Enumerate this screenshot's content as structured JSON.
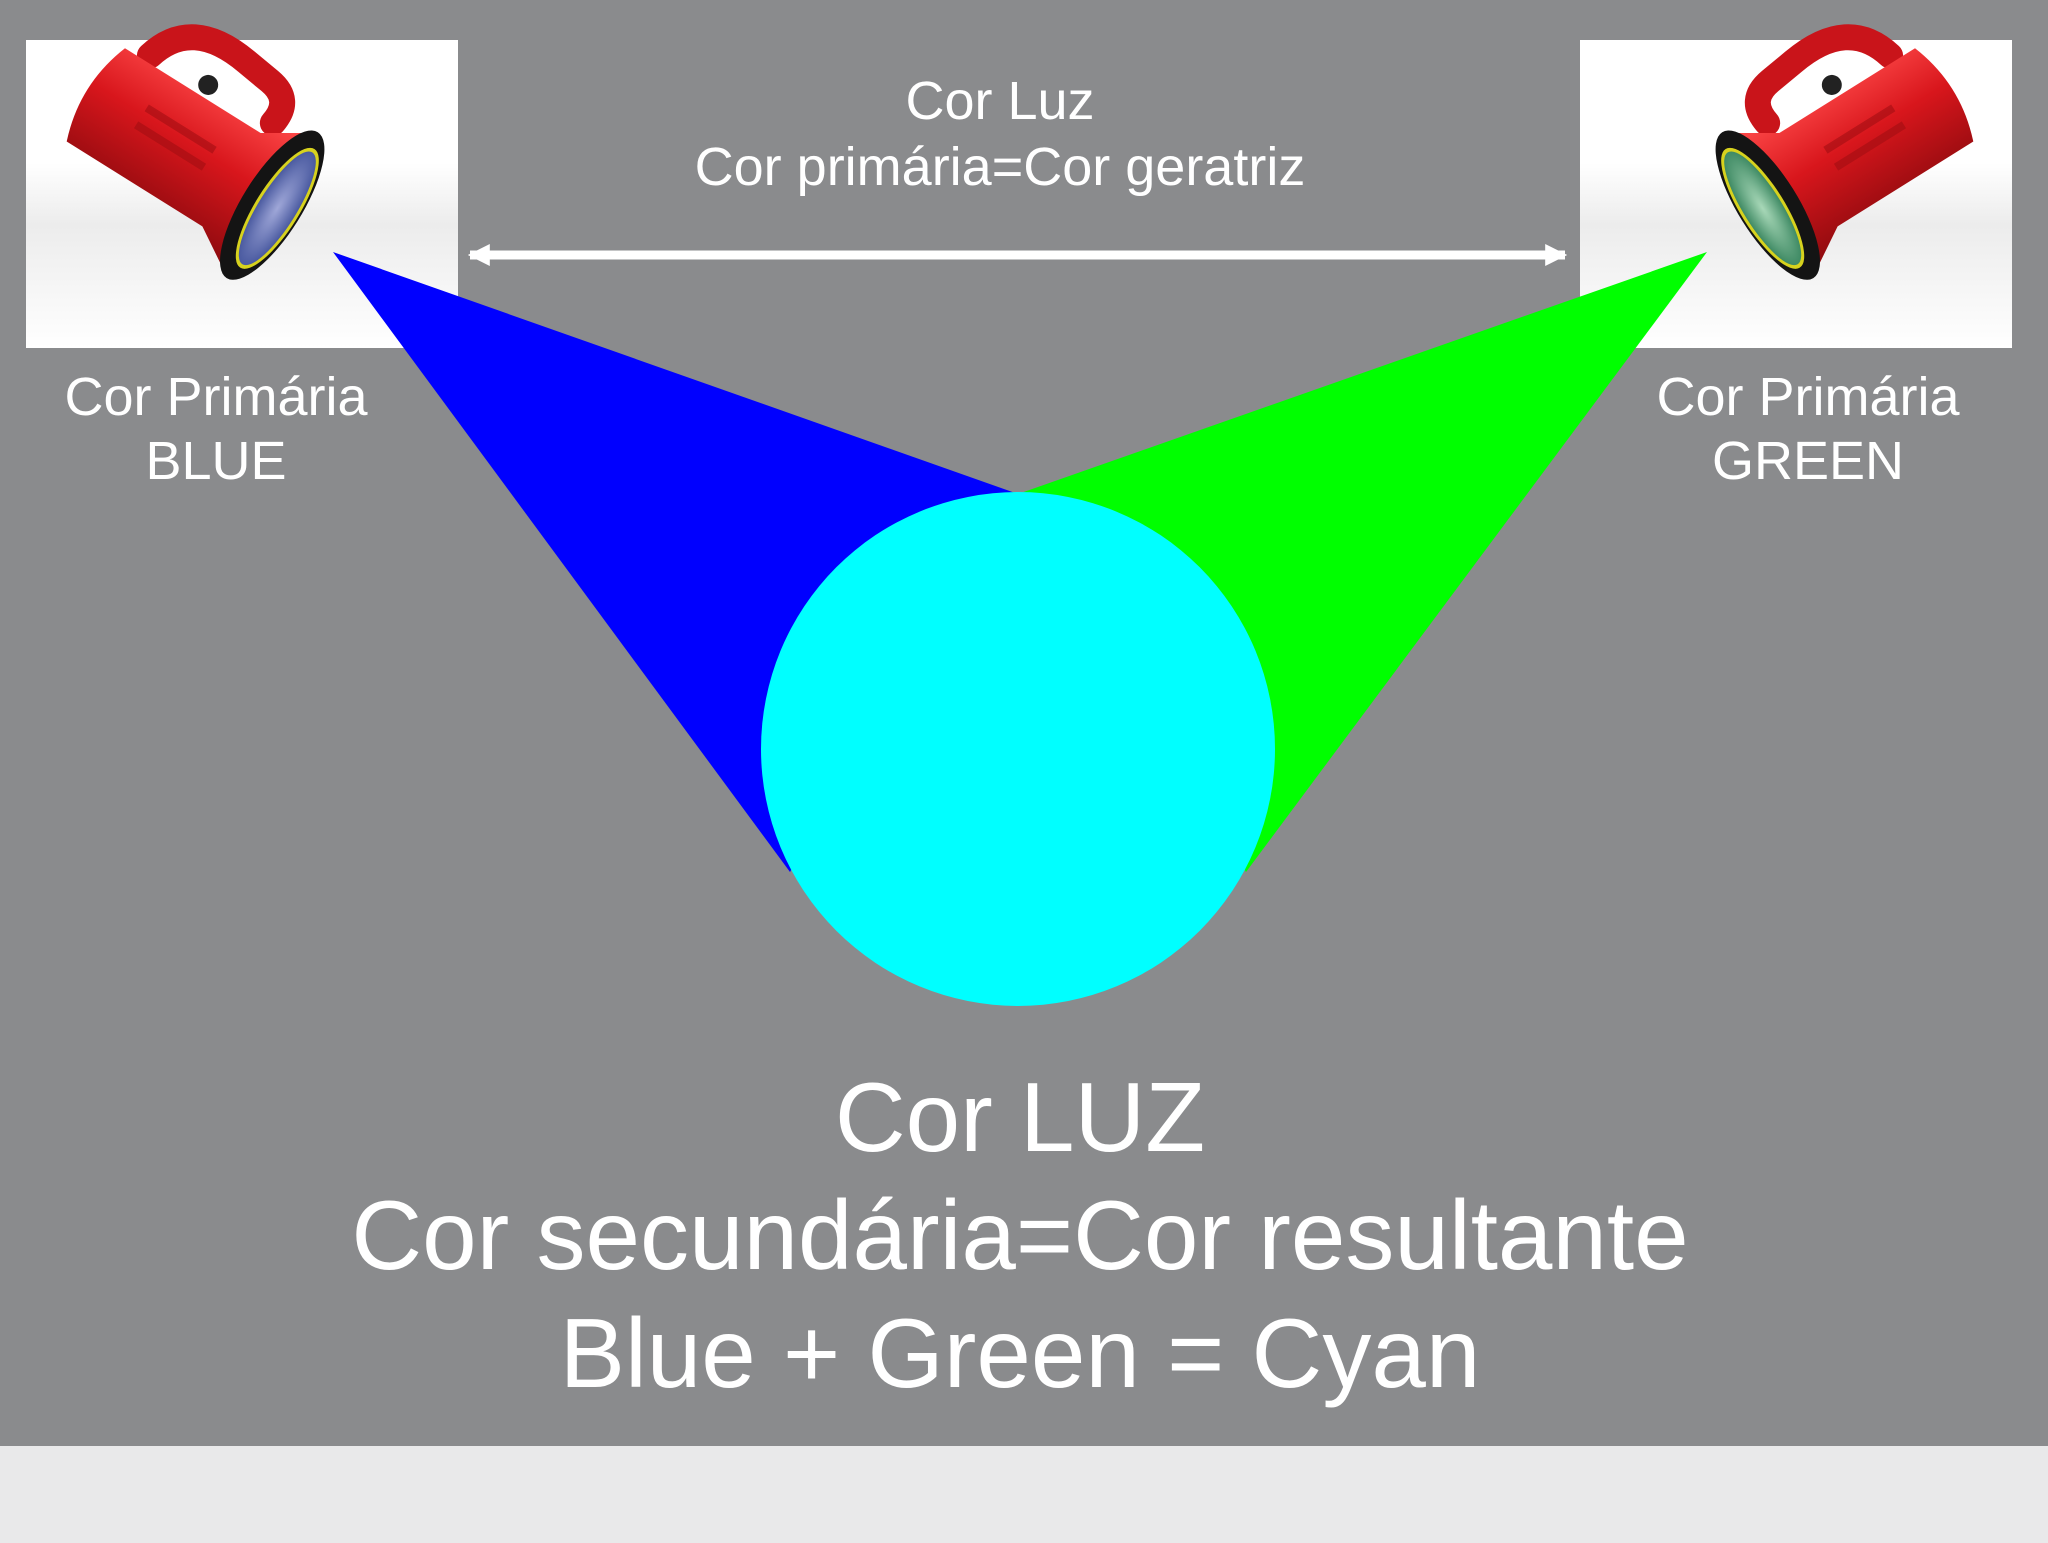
{
  "top_caption": {
    "line1": "Cor Luz",
    "line2": "Cor primária=Cor geratriz"
  },
  "left_light": {
    "label_line1": "Cor Primária",
    "label_line2": "BLUE",
    "beam_color": "#0000ff",
    "icon": "flashlight-icon"
  },
  "right_light": {
    "label_line1": "Cor Primária",
    "label_line2": "GREEN",
    "beam_color": "#00ff00",
    "icon": "flashlight-icon"
  },
  "result": {
    "line1": "Cor LUZ",
    "line2": "Cor secundária=Cor resultante",
    "line3": "Blue + Green = Cyan",
    "color": "#00ffff"
  },
  "colors": {
    "panel_background": "#8a8b8d",
    "page_background": "#e9e9ea",
    "text": "#ffffff",
    "flashlight_body": "#d8161c"
  }
}
